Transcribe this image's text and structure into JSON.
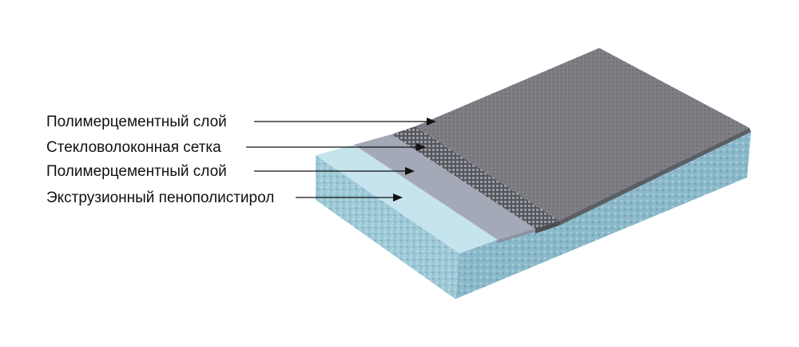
{
  "labels": [
    {
      "id": "layer-polymer-cement-top",
      "text": "Полимерцементный слой"
    },
    {
      "id": "layer-fiberglass-mesh",
      "text": "Стекловолоконная сетка"
    },
    {
      "id": "layer-polymer-cement-bottom",
      "text": "Полимерцементный слой"
    },
    {
      "id": "layer-xps-foam",
      "text": "Экструзионный пенополистирол"
    }
  ],
  "colors": {
    "top_coat": "#7b7b82",
    "mesh": "#65666d",
    "base_coat": "#9ea3b3",
    "foam_top": "#bfe0ea",
    "foam_side": "#9bc6d4",
    "arrow": "#111111"
  }
}
